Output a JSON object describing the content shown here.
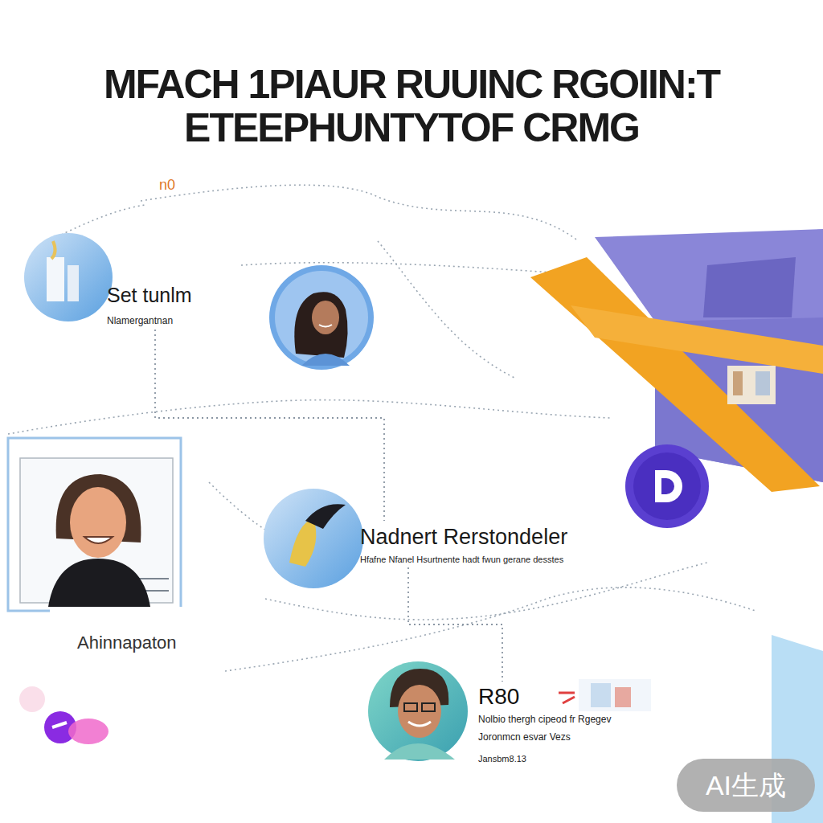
{
  "diagram": {
    "title": "MFACH 1PIAUR RUUINC RGOIIN:T ETEEPHUNTYTOF CRMG",
    "nodes": [
      {
        "text": [
          "Set tunlm",
          "Nlamergantnan"
        ]
      },
      {
        "text": [
          "Ahinnapaton"
        ]
      },
      {
        "text": [
          "Nadnert Rerstondeler",
          "Hfafne Nfanel Hsurtnente hadt fwun gerane desstes"
        ]
      },
      {
        "text": [
          "R80",
          "Nolbio thergh cipeod fr Rgegev",
          "Joronmcn esvar Vezs",
          "Jansbm8.13"
        ]
      }
    ],
    "edges": [
      {
        "from": 0,
        "to": 2,
        "arrow": "none"
      },
      {
        "from": 2,
        "to": 3,
        "arrow": "none"
      }
    ],
    "labels": [
      "n0",
      "AI生成"
    ]
  }
}
